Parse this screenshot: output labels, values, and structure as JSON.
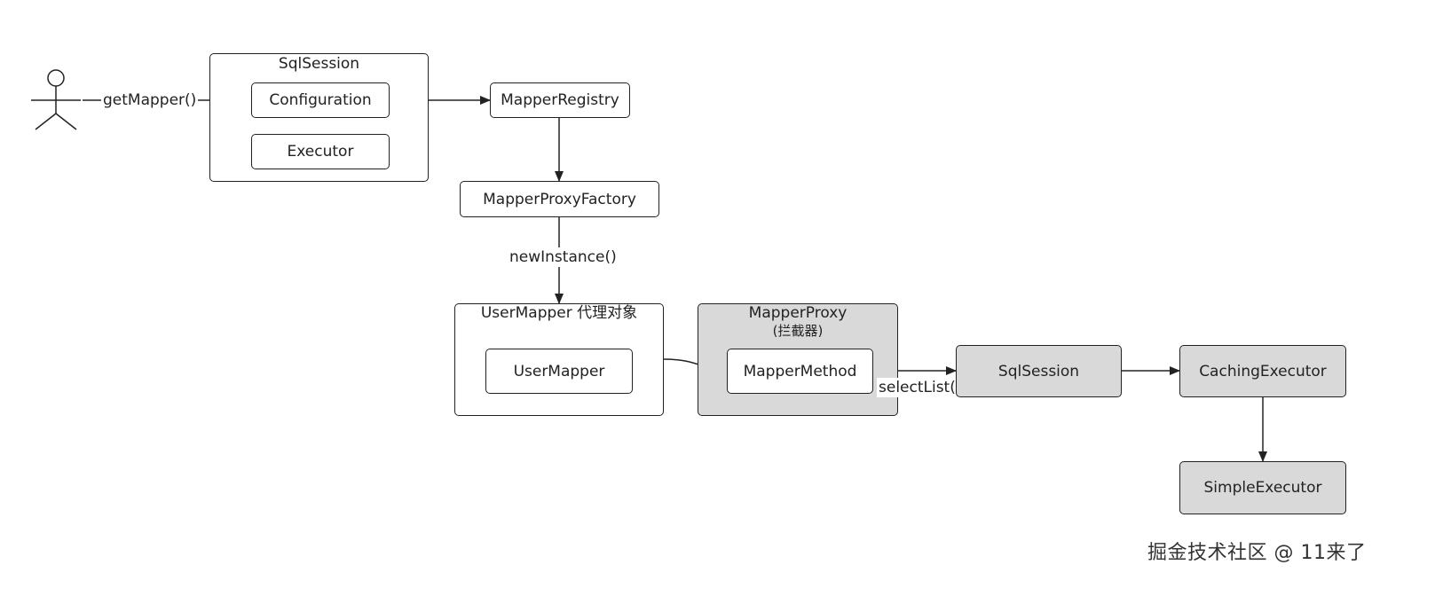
{
  "actor": {
    "call_label": "getMapper()"
  },
  "sqlsession_group": {
    "title": "SqlSession",
    "configuration": "Configuration",
    "executor": "Executor"
  },
  "mapper_registry": "MapperRegistry",
  "mapper_proxy_factory": "MapperProxyFactory",
  "new_instance_label": "newInstance()",
  "usermapper_group": {
    "title": "UserMapper 代理对象",
    "usermapper": "UserMapper"
  },
  "mapperproxy_group": {
    "title": "MapperProxy",
    "subtitle": "(拦截器)",
    "mapper_method": "MapperMethod"
  },
  "select_list_label": "selectList()",
  "sqlsession_node": "SqlSession",
  "caching_executor": "CachingExecutor",
  "simple_executor": "SimpleExecutor",
  "watermark": "掘金技术社区 @ 11来了",
  "colors": {
    "stroke": "#222222",
    "gray_fill": "#d9d9d9"
  }
}
